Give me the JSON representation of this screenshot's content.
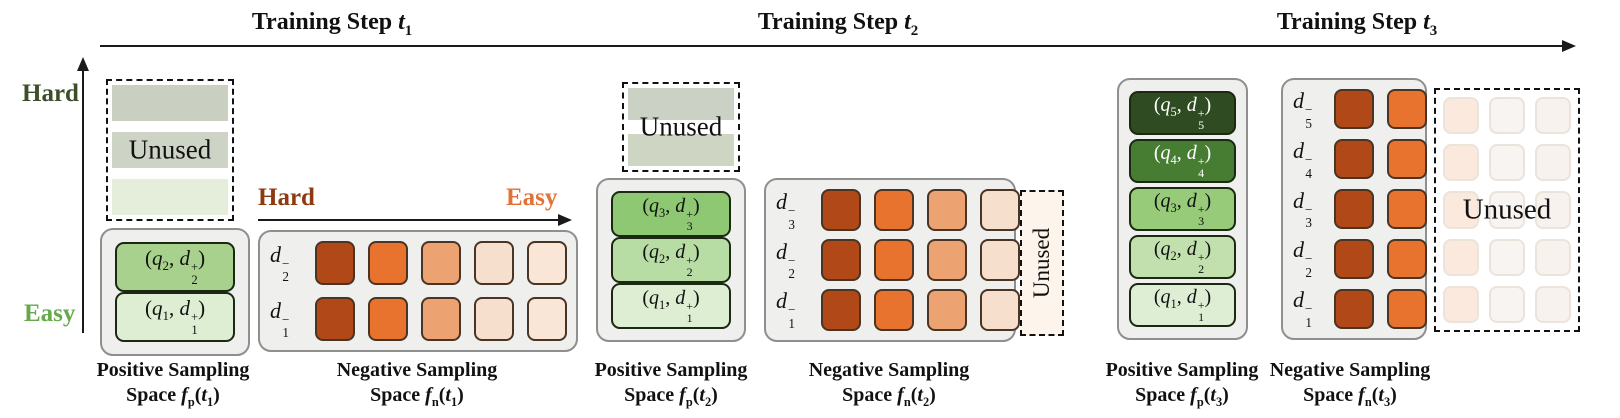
{
  "labels": {
    "unused": "Unused"
  },
  "timeline": {
    "steps": [
      "Training Step $t_1",
      "Training Step $t_2",
      "Training Step $t_3"
    ]
  },
  "difficulty_axis": {
    "top": "Hard",
    "bottom": "Easy",
    "top_color": "#3c4f2a",
    "bottom_color": "#66a94d"
  },
  "negative_axis": {
    "left": "Hard",
    "right": "Easy",
    "left_color": "#8d3a10",
    "right_color": "#e17338"
  },
  "sections": [
    {
      "step": "t1",
      "positive": {
        "caption1": "Positive Sampling",
        "caption2": "Space $f_p($t_1)",
        "pairs": [
          {
            "label": "($q_2, $d_2^+)",
            "color": "#a7d18c",
            "text_color": "#111111"
          },
          {
            "label": "($q_1, $d_1^+)",
            "color": "#ddeed3",
            "text_color": "#111111"
          }
        ],
        "unused_bands": [
          "#c9d0c2",
          "#cdd4c5",
          "#e4eeda"
        ]
      },
      "negative": {
        "caption1": "Negative Sampling",
        "caption2": "Space $f_n($t_1)",
        "rows": [
          {
            "label": "$d_2^−",
            "cells": [
              "#b04818",
              "#e8732e",
              "#eda371",
              "#f7dfcd",
              "#f9e6d6"
            ]
          },
          {
            "label": "$d_1^−",
            "cells": [
              "#b04818",
              "#e8732e",
              "#eda371",
              "#f7dfcd",
              "#f9e6d6"
            ]
          }
        ]
      }
    },
    {
      "step": "t2",
      "positive": {
        "caption1": "Positive Sampling",
        "caption2": "Space $f_p($t_2)",
        "pairs": [
          {
            "label": "($q_3, $d_3^+)",
            "color": "#8fc873",
            "text_color": "#111111"
          },
          {
            "label": "($q_2, $d_2^+)",
            "color": "#b8dda4",
            "text_color": "#111111"
          },
          {
            "label": "($q_1, $d_1^+)",
            "color": "#ddeed3",
            "text_color": "#111111"
          }
        ],
        "unused_bands": [
          "#cbd2c5",
          "#ced5c3"
        ]
      },
      "negative": {
        "caption1": "Negative Sampling",
        "caption2": "Space $f_n($t_2)",
        "unused_bg": "#fdf4ec",
        "rows": [
          {
            "label": "$d_3^−",
            "cells": [
              "#b04818",
              "#e8732e",
              "#eda371",
              "#f7dfcd"
            ]
          },
          {
            "label": "$d_2^−",
            "cells": [
              "#b04818",
              "#e8732e",
              "#eda371",
              "#f7dfcd"
            ]
          },
          {
            "label": "$d_1^−",
            "cells": [
              "#b04818",
              "#e8732e",
              "#eda371",
              "#f7dfcd"
            ]
          }
        ]
      }
    },
    {
      "step": "t3",
      "positive": {
        "caption1": "Positive Sampling",
        "caption2": "Space $f_p($t_3)",
        "pairs": [
          {
            "label": "($q_5, $d_5^+)",
            "color": "#2e4b21",
            "text_color": "#ffffff"
          },
          {
            "label": "($q_4, $d_4^+)",
            "color": "#477d33",
            "text_color": "#ffffff"
          },
          {
            "label": "($q_3, $d_3^+)",
            "color": "#97cb7a",
            "text_color": "#111111"
          },
          {
            "label": "($q_2, $d_2^+)",
            "color": "#c2e0ae",
            "text_color": "#111111"
          },
          {
            "label": "($q_1, $d_1^+)",
            "color": "#deeed4",
            "text_color": "#111111"
          }
        ]
      },
      "negative": {
        "caption1": "Negative Sampling",
        "caption2": "Space $f_n($t_3)",
        "unused_grid_cols": [
          "#fbe9dd",
          "#f8f4f1",
          "#f7f2ee"
        ],
        "rows": [
          {
            "label": "$d_5^−",
            "cells": [
              "#b04818",
              "#e8732e"
            ]
          },
          {
            "label": "$d_4^−",
            "cells": [
              "#b04818",
              "#e8732e"
            ]
          },
          {
            "label": "$d_3^−",
            "cells": [
              "#b04818",
              "#e8732e"
            ]
          },
          {
            "label": "$d_2^−",
            "cells": [
              "#b04818",
              "#e8732e"
            ]
          },
          {
            "label": "$d_1^−",
            "cells": [
              "#b04818",
              "#e8732e"
            ]
          }
        ]
      }
    }
  ]
}
